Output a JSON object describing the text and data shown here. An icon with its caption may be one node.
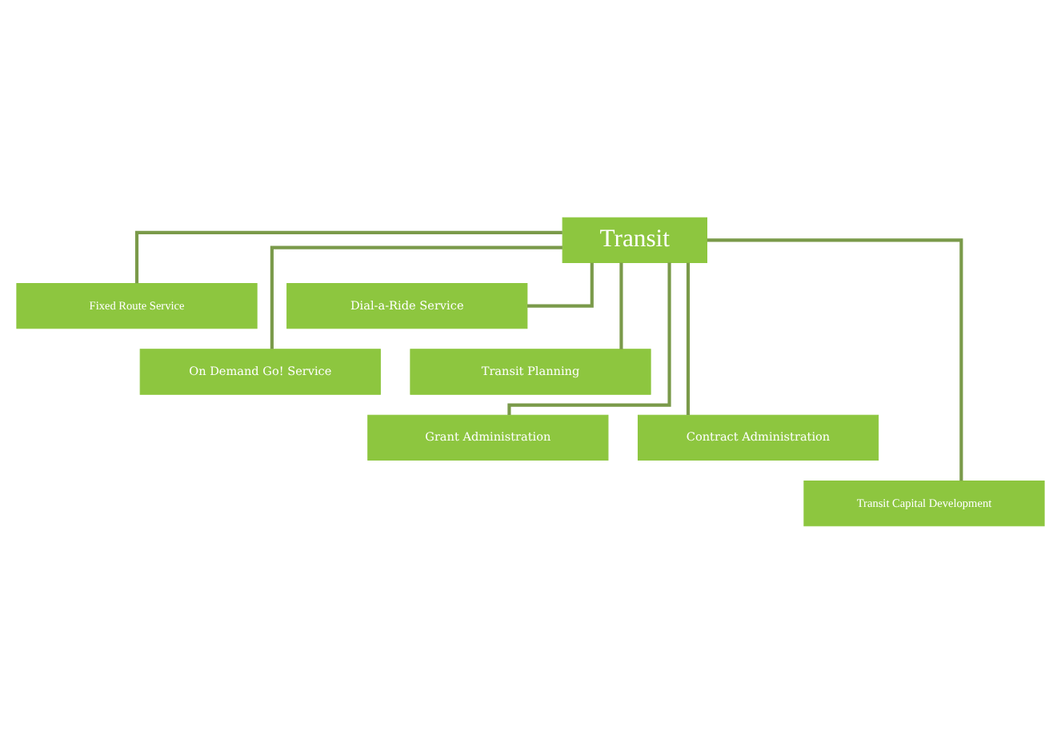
{
  "diagram": {
    "nodes": [
      {
        "text": [
          "Transit"
        ]
      },
      {
        "text": [
          "Fixed Route Service"
        ]
      },
      {
        "text": [
          "Dial-a-Ride Service"
        ]
      },
      {
        "text": [
          "On Demand Go! Service"
        ]
      },
      {
        "text": [
          "Transit Planning"
        ]
      },
      {
        "text": [
          "Grant Administration"
        ]
      },
      {
        "text": [
          "Contract Administration"
        ]
      },
      {
        "text": [
          "Transit Capital Development"
        ]
      }
    ],
    "edges": [
      {
        "from": 0,
        "to": 1,
        "arrow": "none"
      },
      {
        "from": 0,
        "to": 2,
        "arrow": "none"
      },
      {
        "from": 0,
        "to": 3,
        "arrow": "none"
      },
      {
        "from": 0,
        "to": 4,
        "arrow": "none"
      },
      {
        "from": 0,
        "to": 5,
        "arrow": "none"
      },
      {
        "from": 0,
        "to": 6,
        "arrow": "none"
      },
      {
        "from": 0,
        "to": 7,
        "arrow": "none"
      }
    ]
  }
}
